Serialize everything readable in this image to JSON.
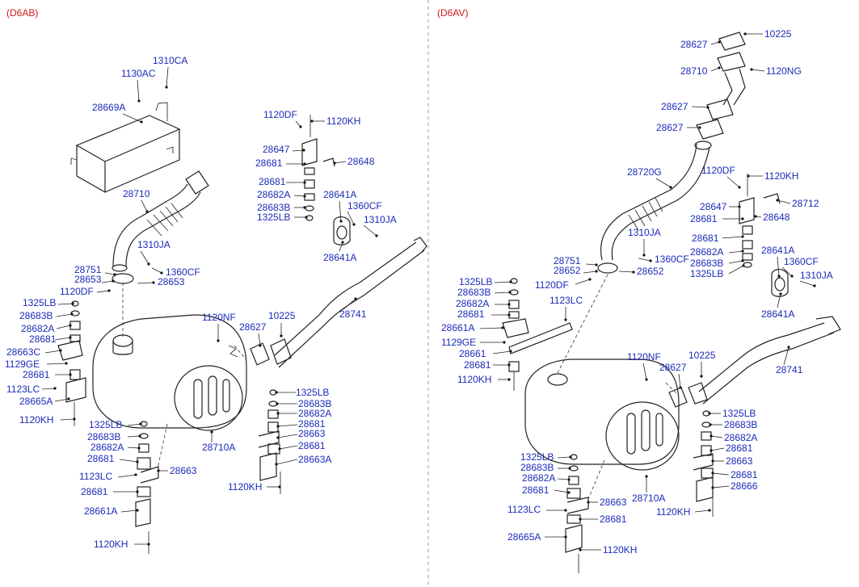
{
  "variants": {
    "left": "(D6AB)",
    "right": "(D6AV)"
  },
  "left_labels": [
    "1310CA",
    "1130AC",
    "28669A",
    "28710",
    "1310JA",
    "28751",
    "28653",
    "1360CF",
    "28653",
    "1120DF",
    "1325LB",
    "28683B",
    "28682A",
    "28681",
    "28663C",
    "1129GE",
    "28681",
    "1123LC",
    "28665A",
    "1120KH",
    "1120DF",
    "1120KH",
    "28647",
    "28681",
    "28648",
    "28681",
    "28682A",
    "28683B",
    "1325LB",
    "28641A",
    "1360CF",
    "1310JA",
    "28641A",
    "28741",
    "1120NF",
    "10225",
    "28627",
    "1325LB",
    "28683B",
    "28682A",
    "28681",
    "28663",
    "28681",
    "28663A",
    "1120KH",
    "1325LB",
    "28683B",
    "28682A",
    "28681",
    "1123LC",
    "28663",
    "28681",
    "28661A",
    "1120KH",
    "28710A"
  ],
  "right_labels": [
    "28627",
    "10225",
    "28710",
    "1120NG",
    "28627",
    "28627",
    "28720G",
    "1120DF",
    "1120KH",
    "28647",
    "28712",
    "28681",
    "28648",
    "28681",
    "28682A",
    "28683B",
    "1325LB",
    "28641A",
    "1360CF",
    "1310JA",
    "28641A",
    "1310JA",
    "28751",
    "28652",
    "1360CF",
    "28652",
    "1120DF",
    "1325LB",
    "28683B",
    "28682A",
    "1123LC",
    "28681",
    "28661A",
    "1129GE",
    "28661",
    "28681",
    "1120KH",
    "1120NF",
    "10225",
    "28627",
    "28741",
    "1325LB",
    "28683B",
    "28682A",
    "28681",
    "28663",
    "28681",
    "28666",
    "1120KH",
    "28710A",
    "1325LB",
    "28683B",
    "28682A",
    "28681",
    "1123LC",
    "28663",
    "28681",
    "28665A",
    "1120KH"
  ]
}
